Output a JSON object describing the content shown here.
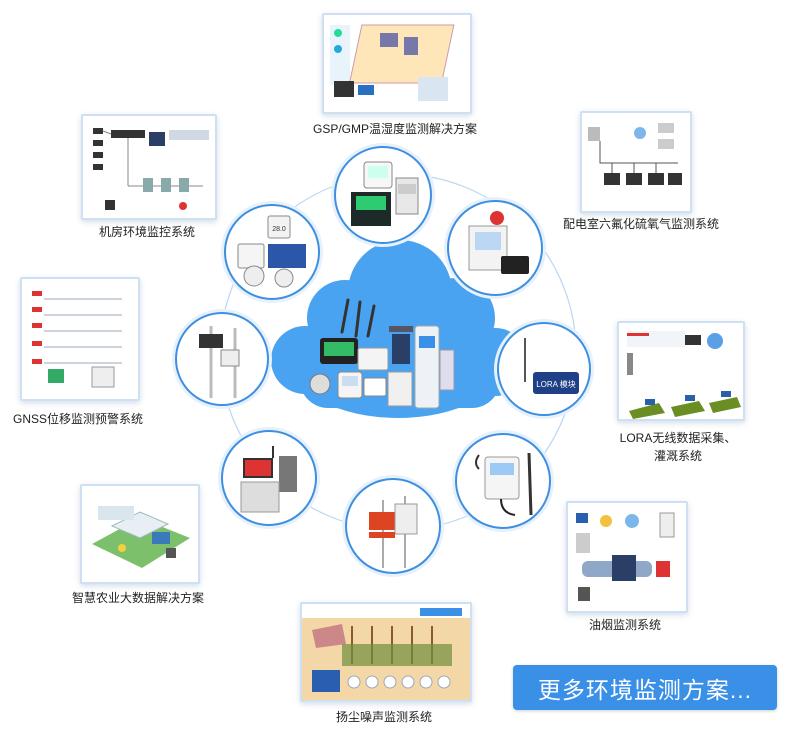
{
  "solutions": {
    "gsp": "GSP/GMP温湿度监测解决方案",
    "machine_room": "机房环境监控系统",
    "sf6": "配电室六氟化硫氧气监测系统",
    "gnss": "GNSS位移监测预警系统",
    "lora_line1": "LORA无线数据采集、",
    "lora_line2": "灌溉系统",
    "agriculture": "智慧农业大数据解决方案",
    "fume": "油烟监测系统",
    "dust": "扬尘噪声监测系统"
  },
  "more_button": "更多环境监测方案...",
  "device_labels": {
    "lora_box": "LORA 模块",
    "display": "28.0"
  },
  "colors": {
    "accent_blue": "#3a8fe6",
    "cloud_blue": "#4aa3f0",
    "node_border": "#3f8fe0",
    "card_border": "#cfe0f3"
  }
}
